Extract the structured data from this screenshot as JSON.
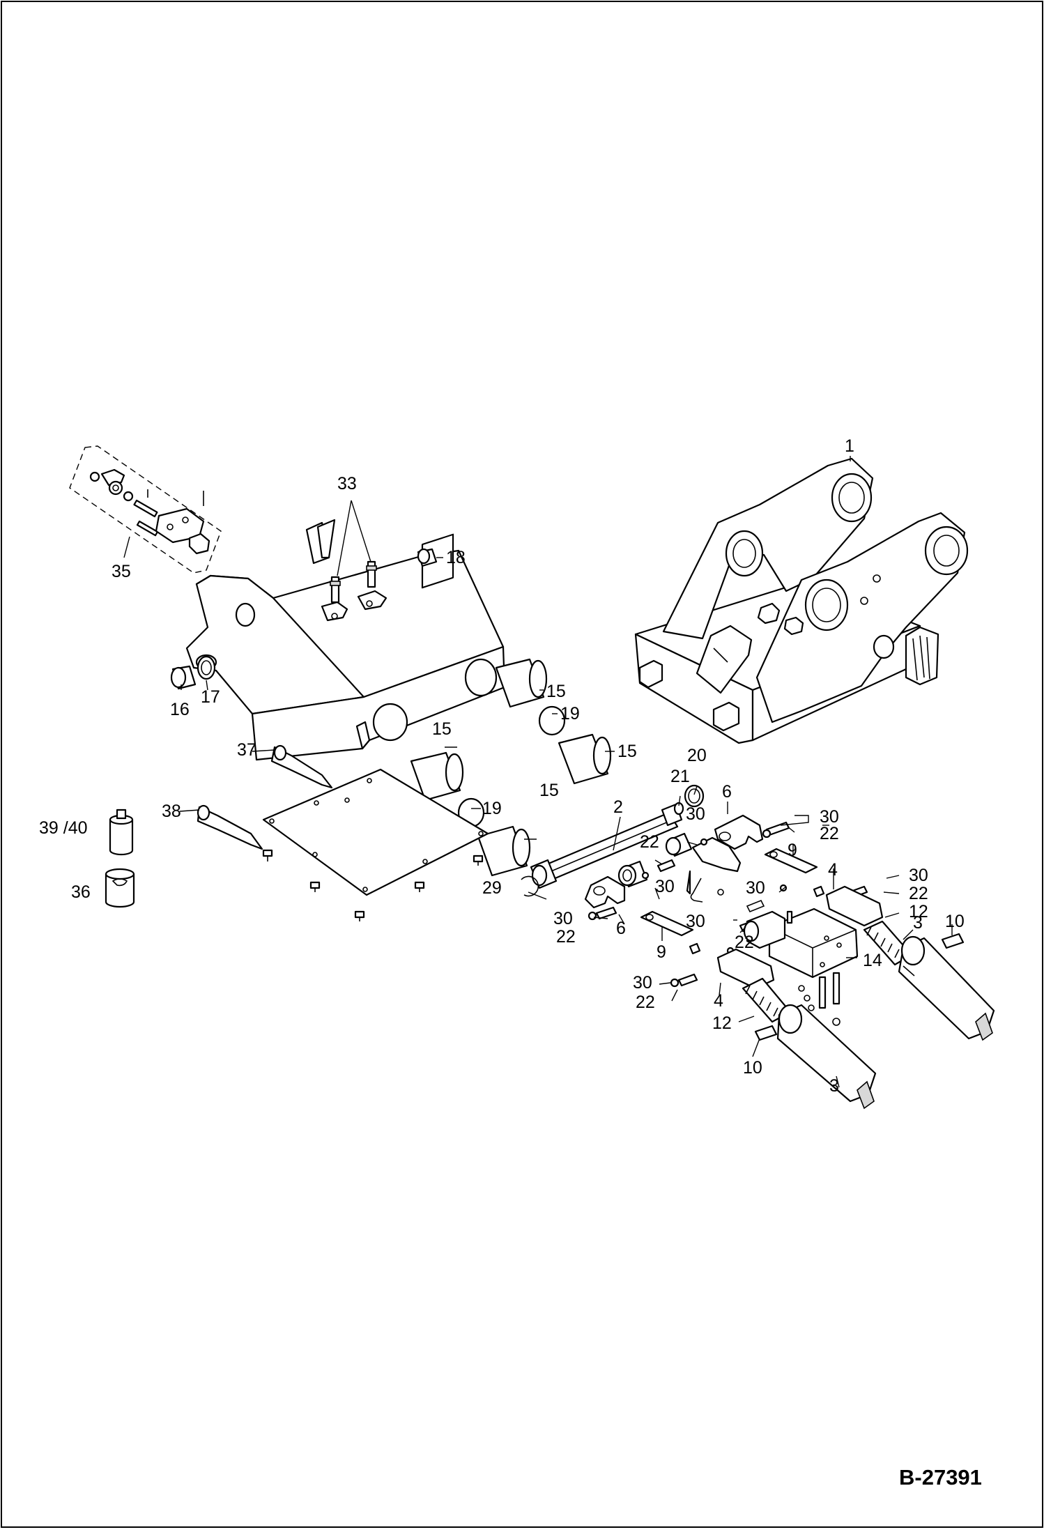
{
  "drawing": {
    "id": "B-27391"
  },
  "callouts": {
    "c1": "1",
    "c2": "2",
    "c3a": "3",
    "c3b": "3",
    "c4a": "4",
    "c4b": "4",
    "c6a": "6",
    "c6b": "6",
    "c9a": "9",
    "c9b": "9",
    "c10a": "10",
    "c10b": "10",
    "c12a": "12",
    "c12b": "12",
    "c14": "14",
    "c15a": "15",
    "c15b": "15",
    "c15c": "15",
    "c15d": "15",
    "c16": "16",
    "c17": "17",
    "c18": "18",
    "c19a": "19",
    "c19b": "19",
    "c20": "20",
    "c21": "21",
    "c22a": "22",
    "c22b": "22",
    "c22c": "22",
    "c22d": "22",
    "c22e": "22",
    "c22f": "22",
    "c29": "29",
    "c30a": "30",
    "c30b": "30",
    "c30c": "30",
    "c30d": "30",
    "c30e": "30",
    "c30f": "30",
    "c30g": "30",
    "c30h": "30",
    "c33": "33",
    "c35": "35",
    "c36": "36",
    "c37": "37",
    "c38": "38",
    "c3940": "39 /40"
  }
}
